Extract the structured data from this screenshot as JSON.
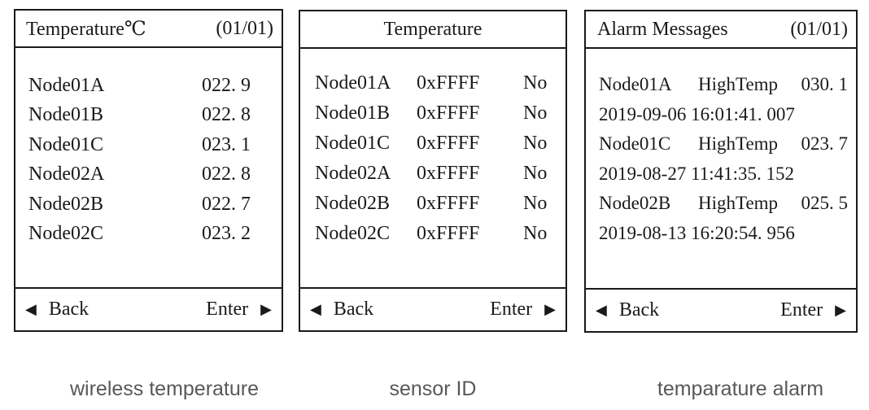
{
  "colors": {
    "ink": "#1a1a1a",
    "caption_text": "#58585a",
    "background": "#ffffff"
  },
  "panels": [
    {
      "title": "Temperature℃",
      "page": "(01/01)",
      "rows": [
        {
          "name": "Node01A",
          "value": "022. 9"
        },
        {
          "name": "Node01B",
          "value": "022. 8"
        },
        {
          "name": "Node01C",
          "value": "023. 1"
        },
        {
          "name": "Node02A",
          "value": "022. 8"
        },
        {
          "name": "Node02B",
          "value": "022. 7"
        },
        {
          "name": "Node02C",
          "value": "023. 2"
        }
      ],
      "footer": {
        "back_icon": "◀",
        "back_label": "Back",
        "enter_label": "Enter",
        "enter_icon": "▶"
      },
      "caption": "wireless temperature"
    },
    {
      "title": "Temperature",
      "rows": [
        {
          "name": "Node01A",
          "sensor_id": "0xFFFF",
          "flag": "No"
        },
        {
          "name": "Node01B",
          "sensor_id": "0xFFFF",
          "flag": "No"
        },
        {
          "name": "Node01C",
          "sensor_id": "0xFFFF",
          "flag": "No"
        },
        {
          "name": "Node02A",
          "sensor_id": "0xFFFF",
          "flag": "No"
        },
        {
          "name": "Node02B",
          "sensor_id": "0xFFFF",
          "flag": "No"
        },
        {
          "name": "Node02C",
          "sensor_id": "0xFFFF",
          "flag": "No"
        }
      ],
      "footer": {
        "back_icon": "◀",
        "back_label": "Back",
        "enter_label": "Enter",
        "enter_icon": "▶"
      },
      "caption": "sensor ID"
    },
    {
      "title": "Alarm Messages",
      "page": "(01/01)",
      "alarms": [
        {
          "node": "Node01A",
          "alarm_type": "HighTemp",
          "value": "030. 1",
          "timestamp": "2019-09-06 16:01:41. 007"
        },
        {
          "node": "Node01C",
          "alarm_type": "HighTemp",
          "value": "023. 7",
          "timestamp": "2019-08-27 11:41:35. 152"
        },
        {
          "node": "Node02B",
          "alarm_type": "HighTemp",
          "value": "025. 5",
          "timestamp": "2019-08-13 16:20:54. 956"
        }
      ],
      "footer": {
        "back_icon": "◀",
        "back_label": "Back",
        "enter_label": "Enter",
        "enter_icon": "▶"
      },
      "caption": "temparature alarm"
    }
  ]
}
